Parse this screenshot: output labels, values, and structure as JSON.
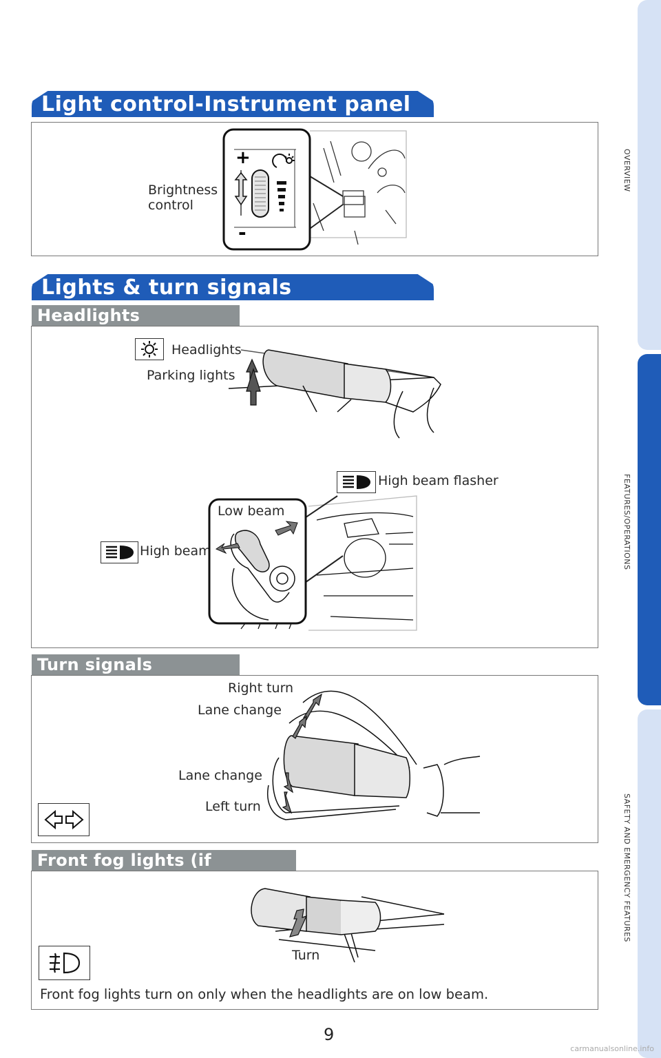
{
  "sections": {
    "light_control": {
      "title": "Light control-Instrument panel",
      "brightness_label_1": "Brightness",
      "brightness_label_2": "control"
    },
    "lights_turn": {
      "title": "Lights & turn signals",
      "headlights_sub": "Headlights",
      "headlights_label": "Headlights",
      "parking_label": "Parking lights",
      "high_beam_flasher_label": "High beam flasher",
      "low_beam_label": "Low beam",
      "high_beam_label": "High beam"
    },
    "turn_signals": {
      "title": "Turn signals",
      "right_turn": "Right turn",
      "lane_change_top": "Lane change",
      "lane_change_bottom": "Lane change",
      "left_turn": "Left turn"
    },
    "fog": {
      "title": "Front fog lights (if equipped)",
      "turn_label": "Turn",
      "note": "Front fog lights turn on only when the headlights are on low beam."
    }
  },
  "side_nav": {
    "overview": "OVERVIEW",
    "features": "FEATURES/OPERATIONS",
    "safety": "SAFETY AND EMERGENCY FEATURES"
  },
  "page_number": "9",
  "watermark": "carmanualsonline.info",
  "colors": {
    "section_blue": "#1f5cb8",
    "subsection_gray": "#8c9294",
    "nav_active": "#1f5cb8",
    "nav_inactive": "#d6e2f5"
  },
  "icons": [
    "headlight-icon",
    "high-beam-icon",
    "turn-signal-icon",
    "fog-light-icon"
  ]
}
